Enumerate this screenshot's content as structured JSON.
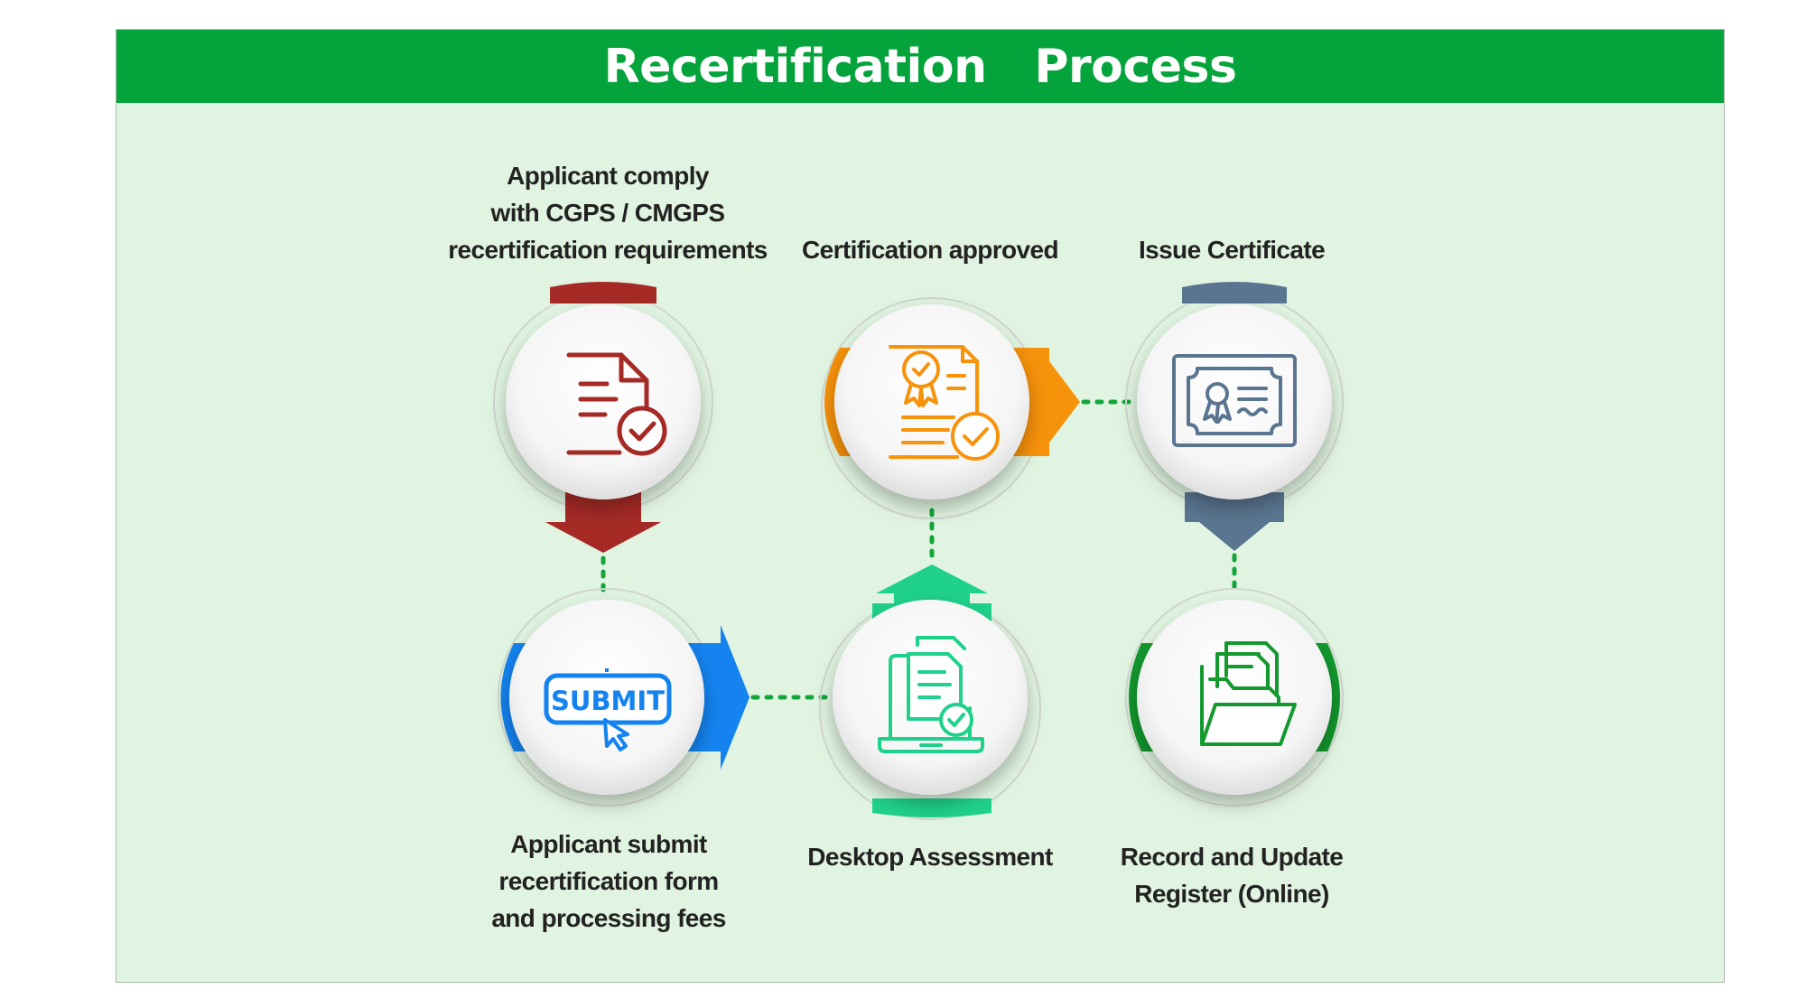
{
  "title": "Recertification   Process",
  "colors": {
    "banner": "#05a33b",
    "panel": "#e1f4e1",
    "red": "#a52a26",
    "orange": "#f7920b",
    "slate": "#5a7590",
    "blue": "#1483f0",
    "mint": "#1fd18a",
    "green": "#13992e",
    "connector": "#13a53b"
  },
  "steps": [
    {
      "id": "comply",
      "lines": [
        "Applicant comply",
        "with CGPS / CMGPS",
        "recertification requirements"
      ],
      "icon": "document-check-icon"
    },
    {
      "id": "submit",
      "lines": [
        "Applicant submit",
        "recertification form",
        "and processing fees"
      ],
      "icon": "submit-button-icon",
      "icon_text": "SUBMIT"
    },
    {
      "id": "desktop",
      "lines": [
        "Desktop Assessment"
      ],
      "icon": "laptop-document-check-icon"
    },
    {
      "id": "approved",
      "lines": [
        "Certification approved"
      ],
      "icon": "certificate-document-icon"
    },
    {
      "id": "issue",
      "lines": [
        "Issue Certificate"
      ],
      "icon": "certificate-award-icon"
    },
    {
      "id": "record",
      "lines": [
        "Record and Update",
        "Register (Online)"
      ],
      "icon": "folder-documents-icon"
    }
  ]
}
